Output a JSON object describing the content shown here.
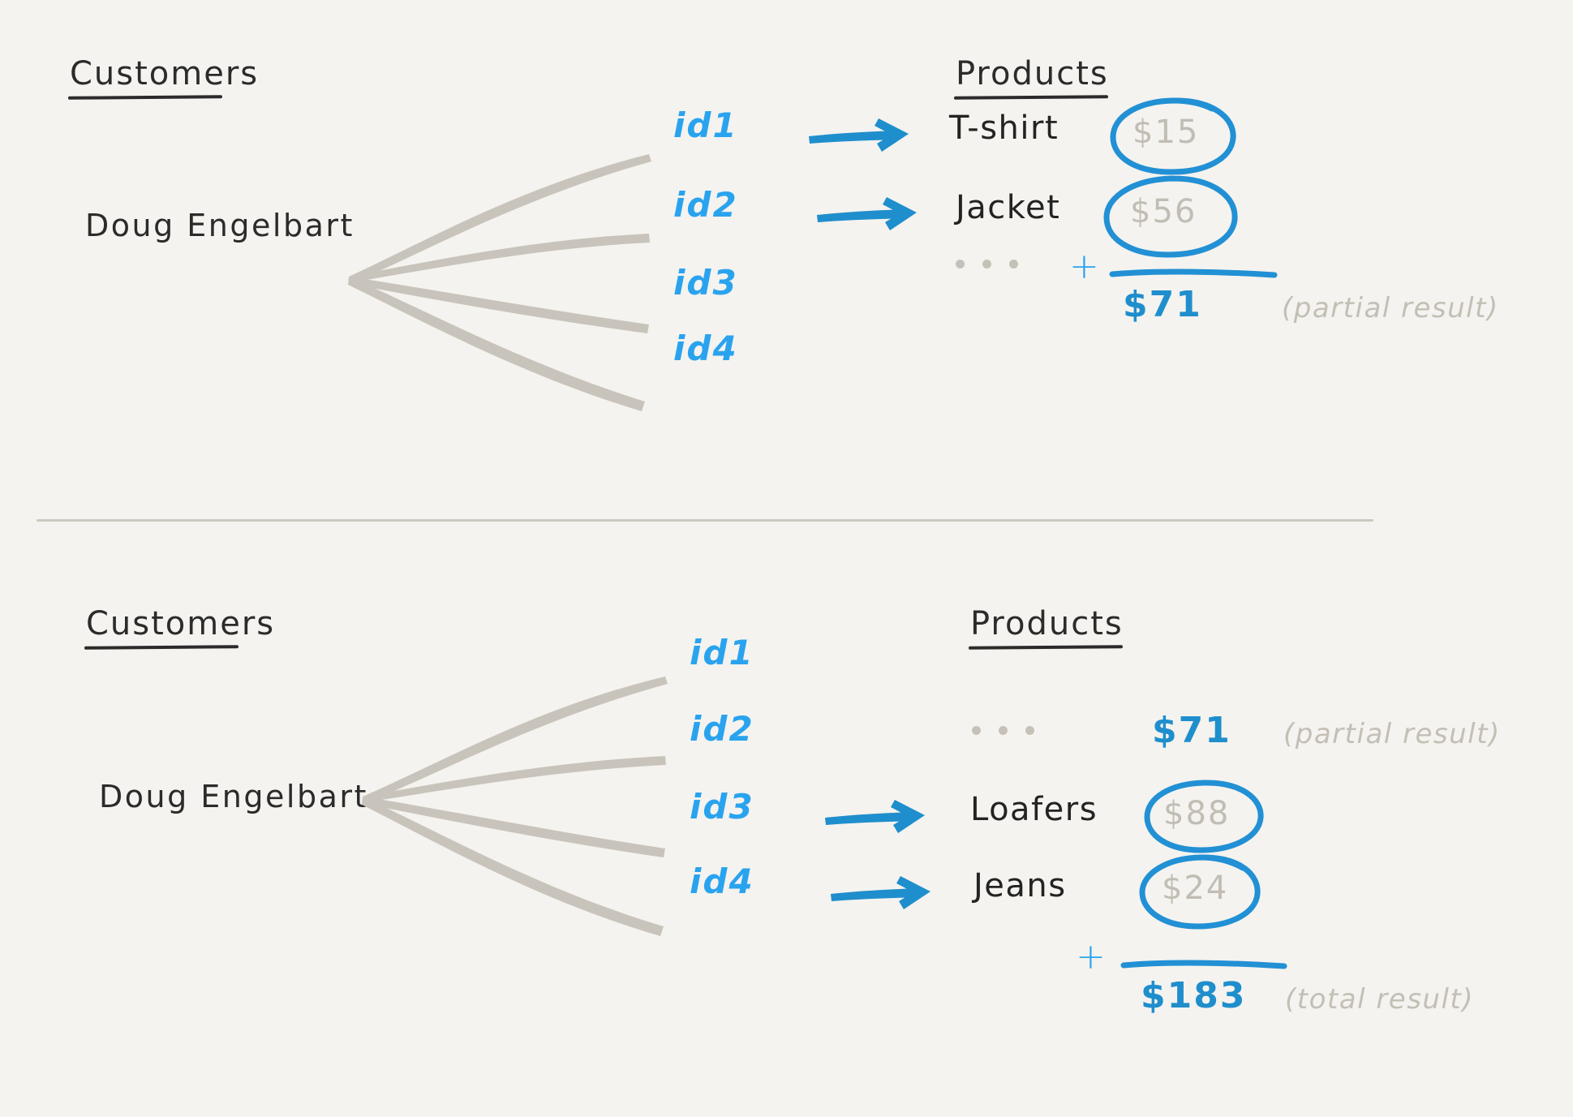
{
  "meta": {
    "background_color": "#f4f3ef",
    "accent_blue": "#1f8ecd",
    "id_blue": "#2aa3ef",
    "price_gray": "#c2bdb4",
    "line_gray": "#c9c4bb",
    "ink_black": "#232323"
  },
  "panels": [
    {
      "name": "top-panel",
      "customers_heading": "Customers",
      "products_heading": "Products",
      "customer_name": "Doug Engelbart",
      "ids": [
        "id1",
        "id2",
        "id3",
        "id4"
      ],
      "rows": [
        {
          "id": "id1",
          "product": "T-shirt",
          "price": "$15",
          "circled": true,
          "has_arrow": true
        },
        {
          "id": "id2",
          "product": "Jacket",
          "price": "$56",
          "circled": true,
          "has_arrow": true
        },
        {
          "id": "id3",
          "product": "",
          "price": "",
          "circled": false,
          "has_arrow": false
        },
        {
          "id": "id4",
          "product": "",
          "price": "",
          "circled": false,
          "has_arrow": false
        }
      ],
      "ellipsis": "...",
      "plus": "+",
      "result_value": "$71",
      "result_note": "(partial result)"
    },
    {
      "name": "bottom-panel",
      "customers_heading": "Customers",
      "products_heading": "Products",
      "customer_name": "Doug Engelbart",
      "ids": [
        "id1",
        "id2",
        "id3",
        "id4"
      ],
      "rows": [
        {
          "id": "id1",
          "product": "",
          "price": "",
          "circled": false,
          "has_arrow": false
        },
        {
          "id": "id2",
          "product": "",
          "price": "",
          "circled": false,
          "has_arrow": false
        },
        {
          "id": "id3",
          "product": "Loafers",
          "price": "$88",
          "circled": true,
          "has_arrow": true
        },
        {
          "id": "id4",
          "product": "Jeans",
          "price": "$24",
          "circled": true,
          "has_arrow": true
        }
      ],
      "ellipsis": "...",
      "plus": "+",
      "carried_value": "$71",
      "carried_note": "(partial result)",
      "result_value": "$183",
      "result_note": "(total result)"
    }
  ]
}
